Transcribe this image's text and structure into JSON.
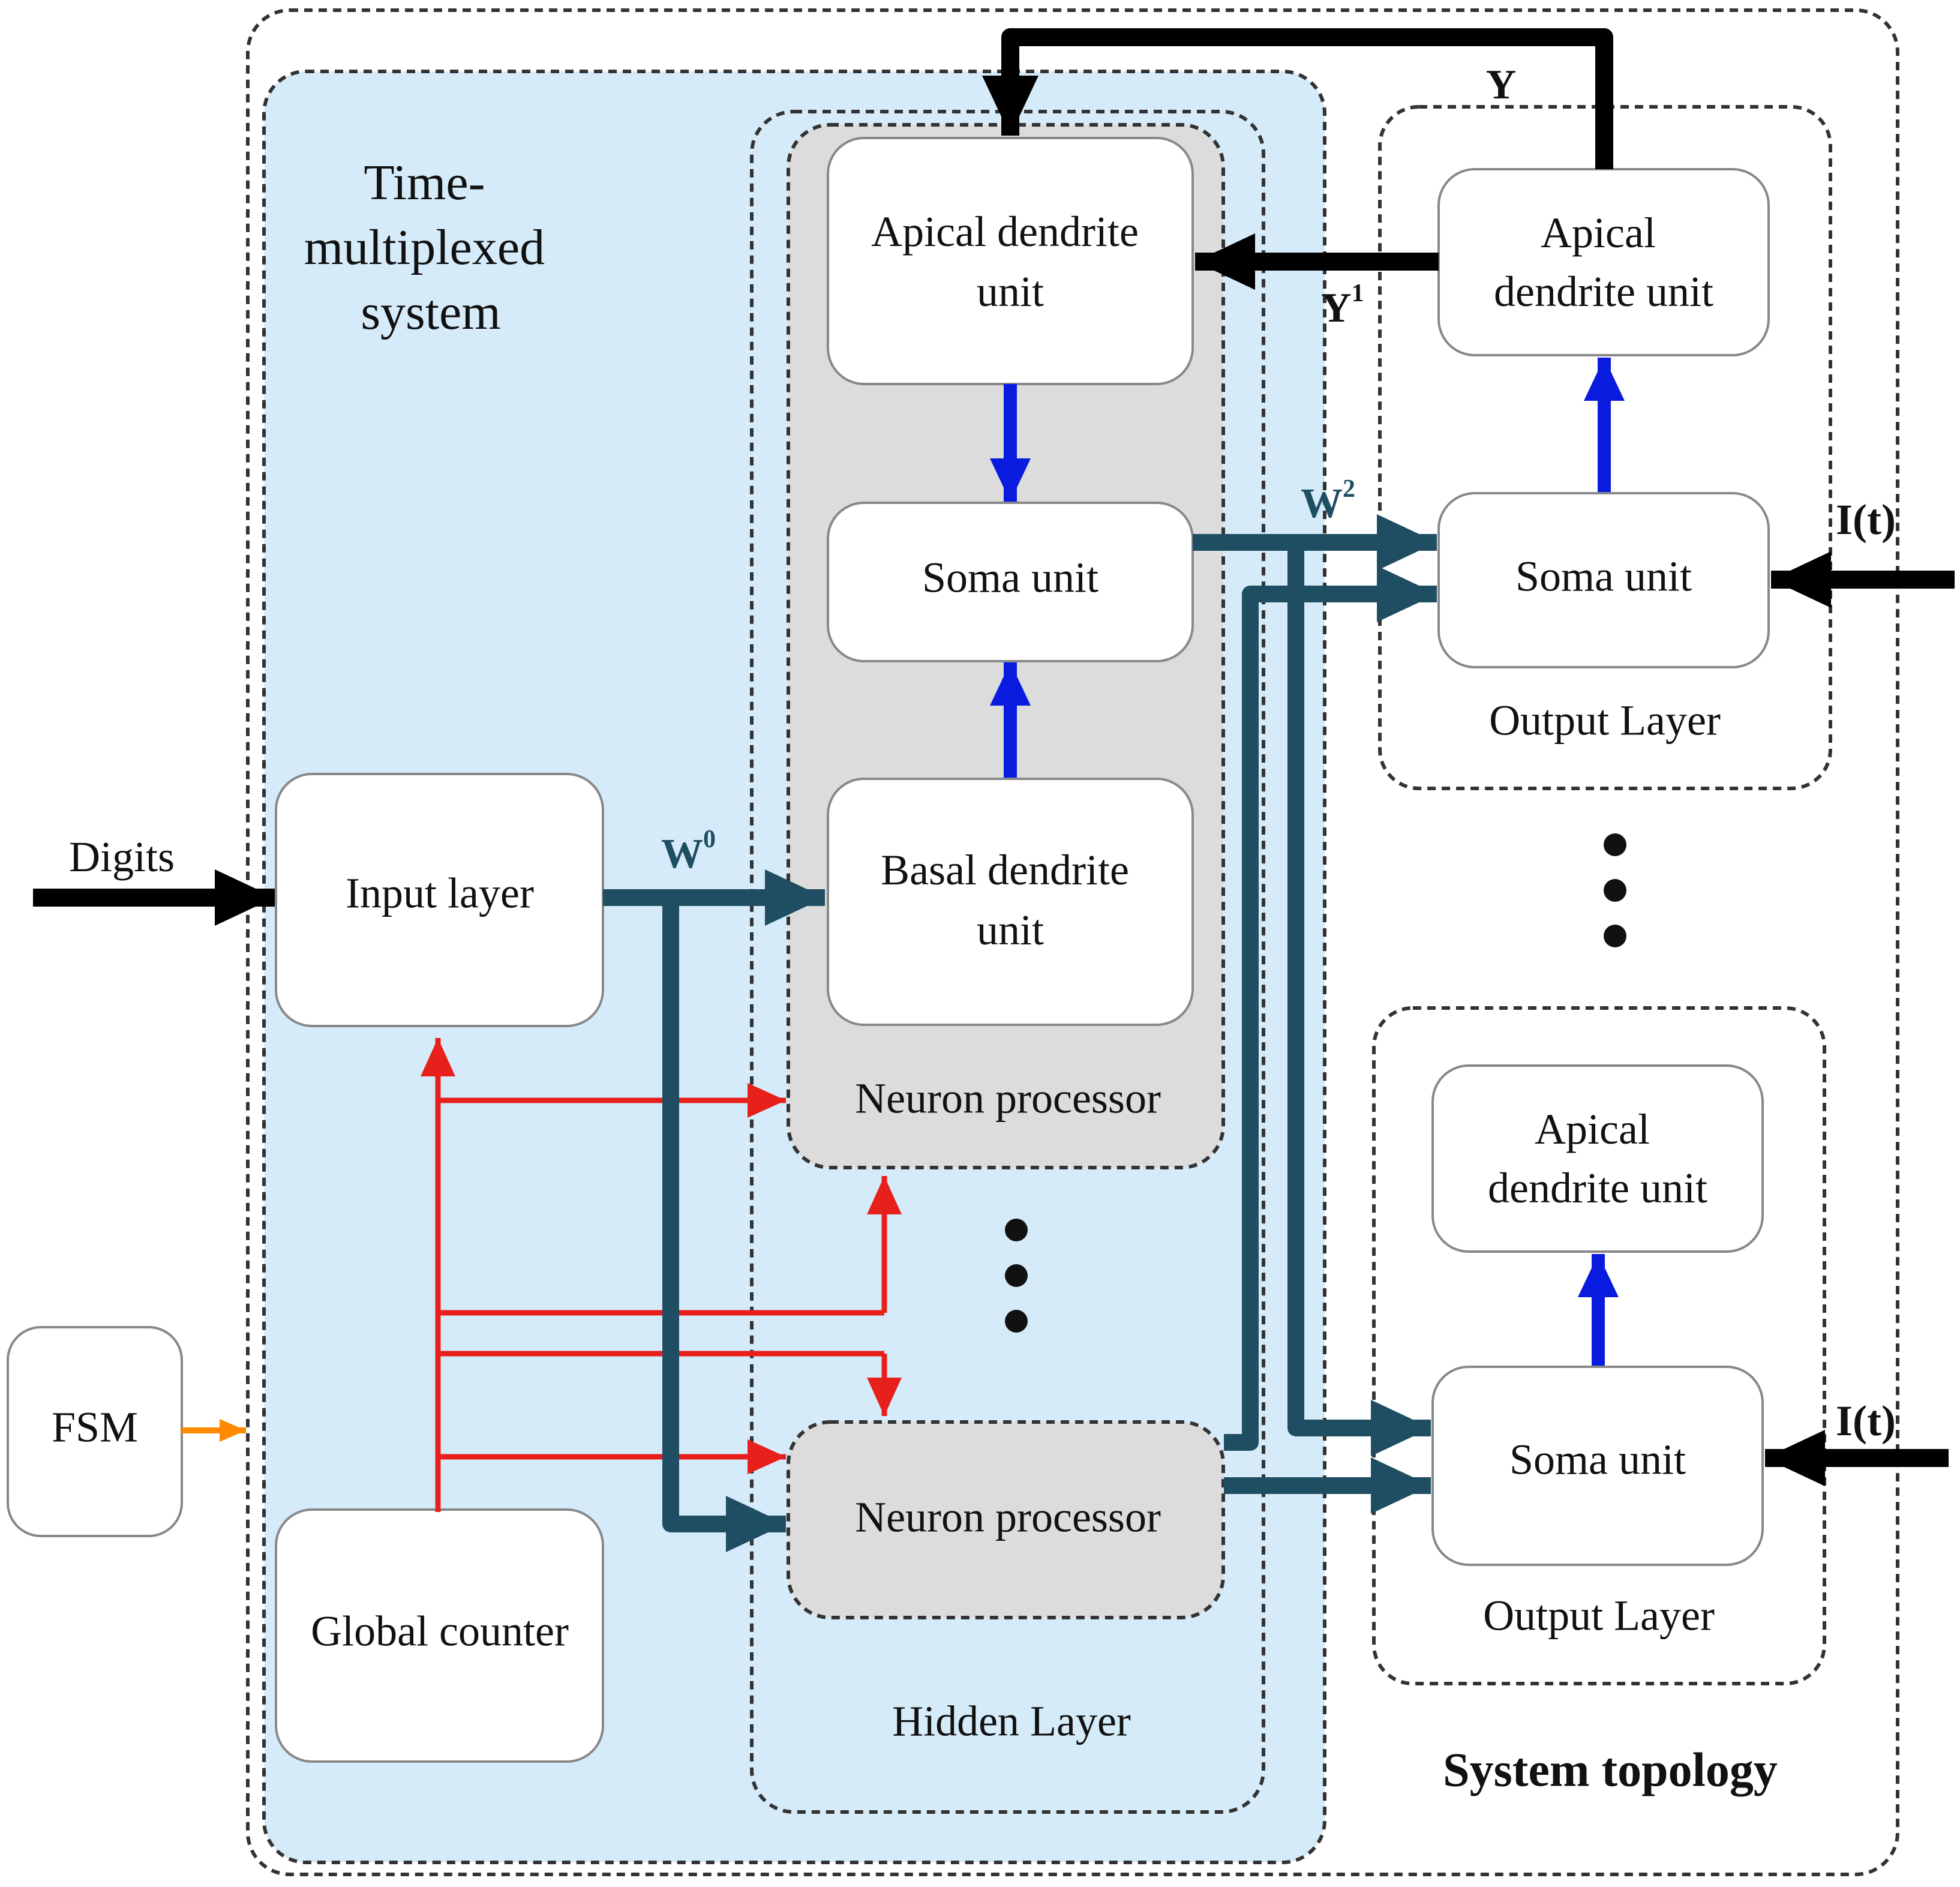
{
  "title": "Time-\nmultiplexed\nsystem",
  "title_lines": [
    "Time-",
    "multiplexed",
    "system"
  ],
  "caption": "System topology",
  "fsm": {
    "label": "FSM"
  },
  "inputs": {
    "digits": "Digits",
    "current_top": "I(t)",
    "current_bottom": "I(t)"
  },
  "weights": {
    "w0": "W",
    "w0_sup": "0",
    "w2": "W",
    "w2_sup": "2"
  },
  "feedback": {
    "y": "Y",
    "y1": "Y",
    "y1_sup": "1"
  },
  "left_column": {
    "input_layer": "Input layer",
    "global_counter": "Global counter"
  },
  "hidden_layer": {
    "label": "Hidden Layer",
    "processor_top": {
      "label": "Neuron processor",
      "apical_lines": [
        "Apical dendrite",
        "unit"
      ],
      "soma": "Soma unit",
      "basal_lines": [
        "Basal dendrite",
        "unit"
      ]
    },
    "processor_bottom": {
      "label": "Neuron processor"
    }
  },
  "output_layers": [
    {
      "label": "Output Layer",
      "apical_lines": [
        "Apical",
        "dendrite unit"
      ],
      "soma": "Soma unit"
    },
    {
      "label": "Output Layer",
      "apical_lines": [
        "Apical",
        "dendrite unit"
      ],
      "soma": "Soma unit"
    }
  ],
  "colors": {
    "system_bg": "#d6ebf9",
    "processor_bg": "#dcdcdc",
    "weight_bus": "#1f4e62",
    "control_lines": "#e8201c",
    "intra_neuron": "#0a1be0",
    "feedback": "#000000",
    "fsm_arrow": "#ff8a00"
  }
}
